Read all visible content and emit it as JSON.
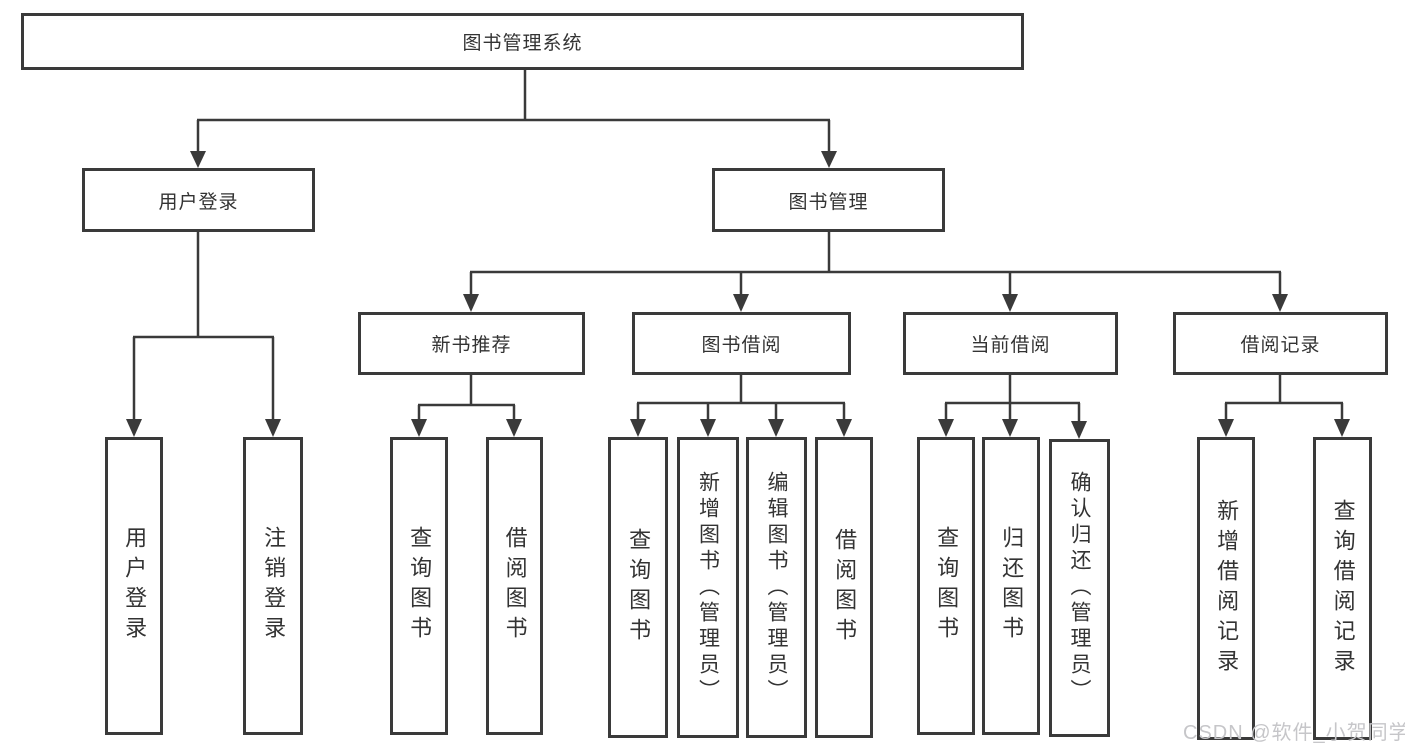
{
  "tree": {
    "root": "图书管理系统",
    "branches": [
      {
        "label": "用户登录",
        "children": [
          {
            "label": "用户登录"
          },
          {
            "label": "注销登录"
          }
        ]
      },
      {
        "label": "图书管理",
        "children": [
          {
            "label": "新书推荐",
            "children": [
              {
                "label": "查询图书"
              },
              {
                "label": "借阅图书"
              }
            ]
          },
          {
            "label": "图书借阅",
            "children": [
              {
                "label": "查询图书"
              },
              {
                "label": "新增图书（管理员）"
              },
              {
                "label": "编辑图书（管理员）"
              },
              {
                "label": "借阅图书"
              }
            ]
          },
          {
            "label": "当前借阅",
            "children": [
              {
                "label": "查询图书"
              },
              {
                "label": "归还图书"
              },
              {
                "label": "确认归还（管理员）"
              }
            ]
          },
          {
            "label": "借阅记录",
            "children": [
              {
                "label": "新增借阅记录"
              },
              {
                "label": "查询借阅记录"
              }
            ]
          }
        ]
      }
    ]
  },
  "watermark": "CSDN @软件_小贺同学",
  "colors": {
    "line": "#3a3a3a",
    "text": "#333333",
    "watermark": "#c6c6c9",
    "background": "#ffffff"
  }
}
